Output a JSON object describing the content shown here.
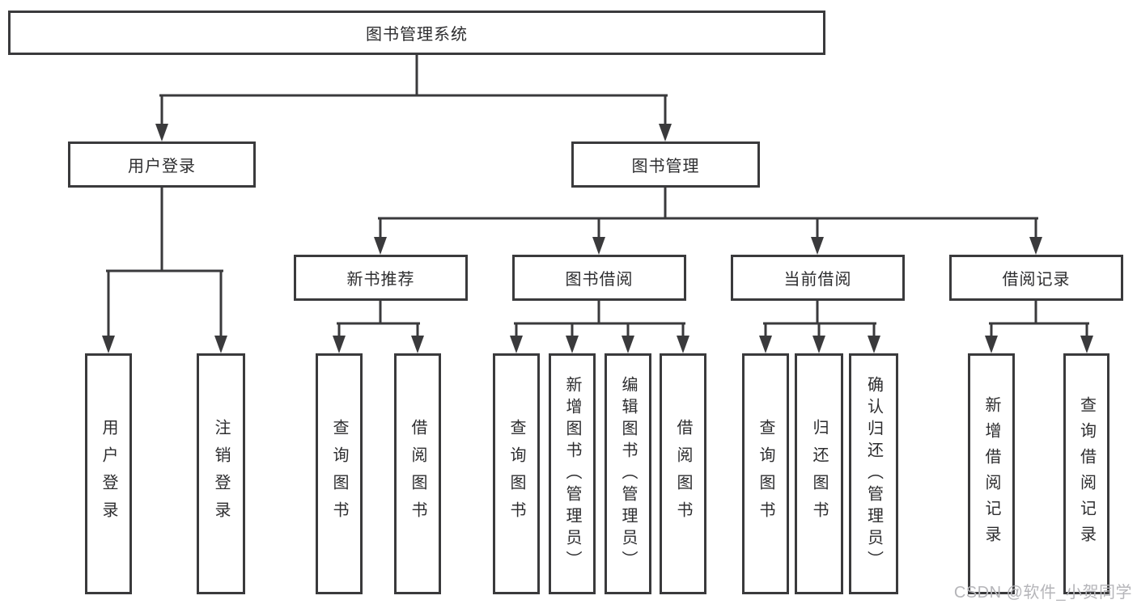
{
  "tree": {
    "root": "图书管理系统",
    "branches": [
      {
        "label": "用户登录",
        "children": [
          "用户登录",
          "注销登录"
        ]
      },
      {
        "label": "图书管理",
        "children": [
          {
            "label": "新书推荐",
            "children": [
              "查询图书",
              "借阅图书"
            ]
          },
          {
            "label": "图书借阅",
            "children": [
              "查询图书",
              "新增图书（管理员）",
              "编辑图书（管理员）",
              "借阅图书"
            ]
          },
          {
            "label": "当前借阅",
            "children": [
              "查询图书",
              "归还图书",
              "确认归还（管理员）"
            ]
          },
          {
            "label": "借阅记录",
            "children": [
              "新增借阅记录",
              "查询借阅记录"
            ]
          }
        ]
      }
    ]
  },
  "watermark": {
    "text": "CSDN @软件_小贺同学"
  },
  "colors": {
    "line": "#3a3a3c",
    "text": "#2d2d2f",
    "watermark": "#b5b5b9",
    "background": "#ffffff"
  }
}
